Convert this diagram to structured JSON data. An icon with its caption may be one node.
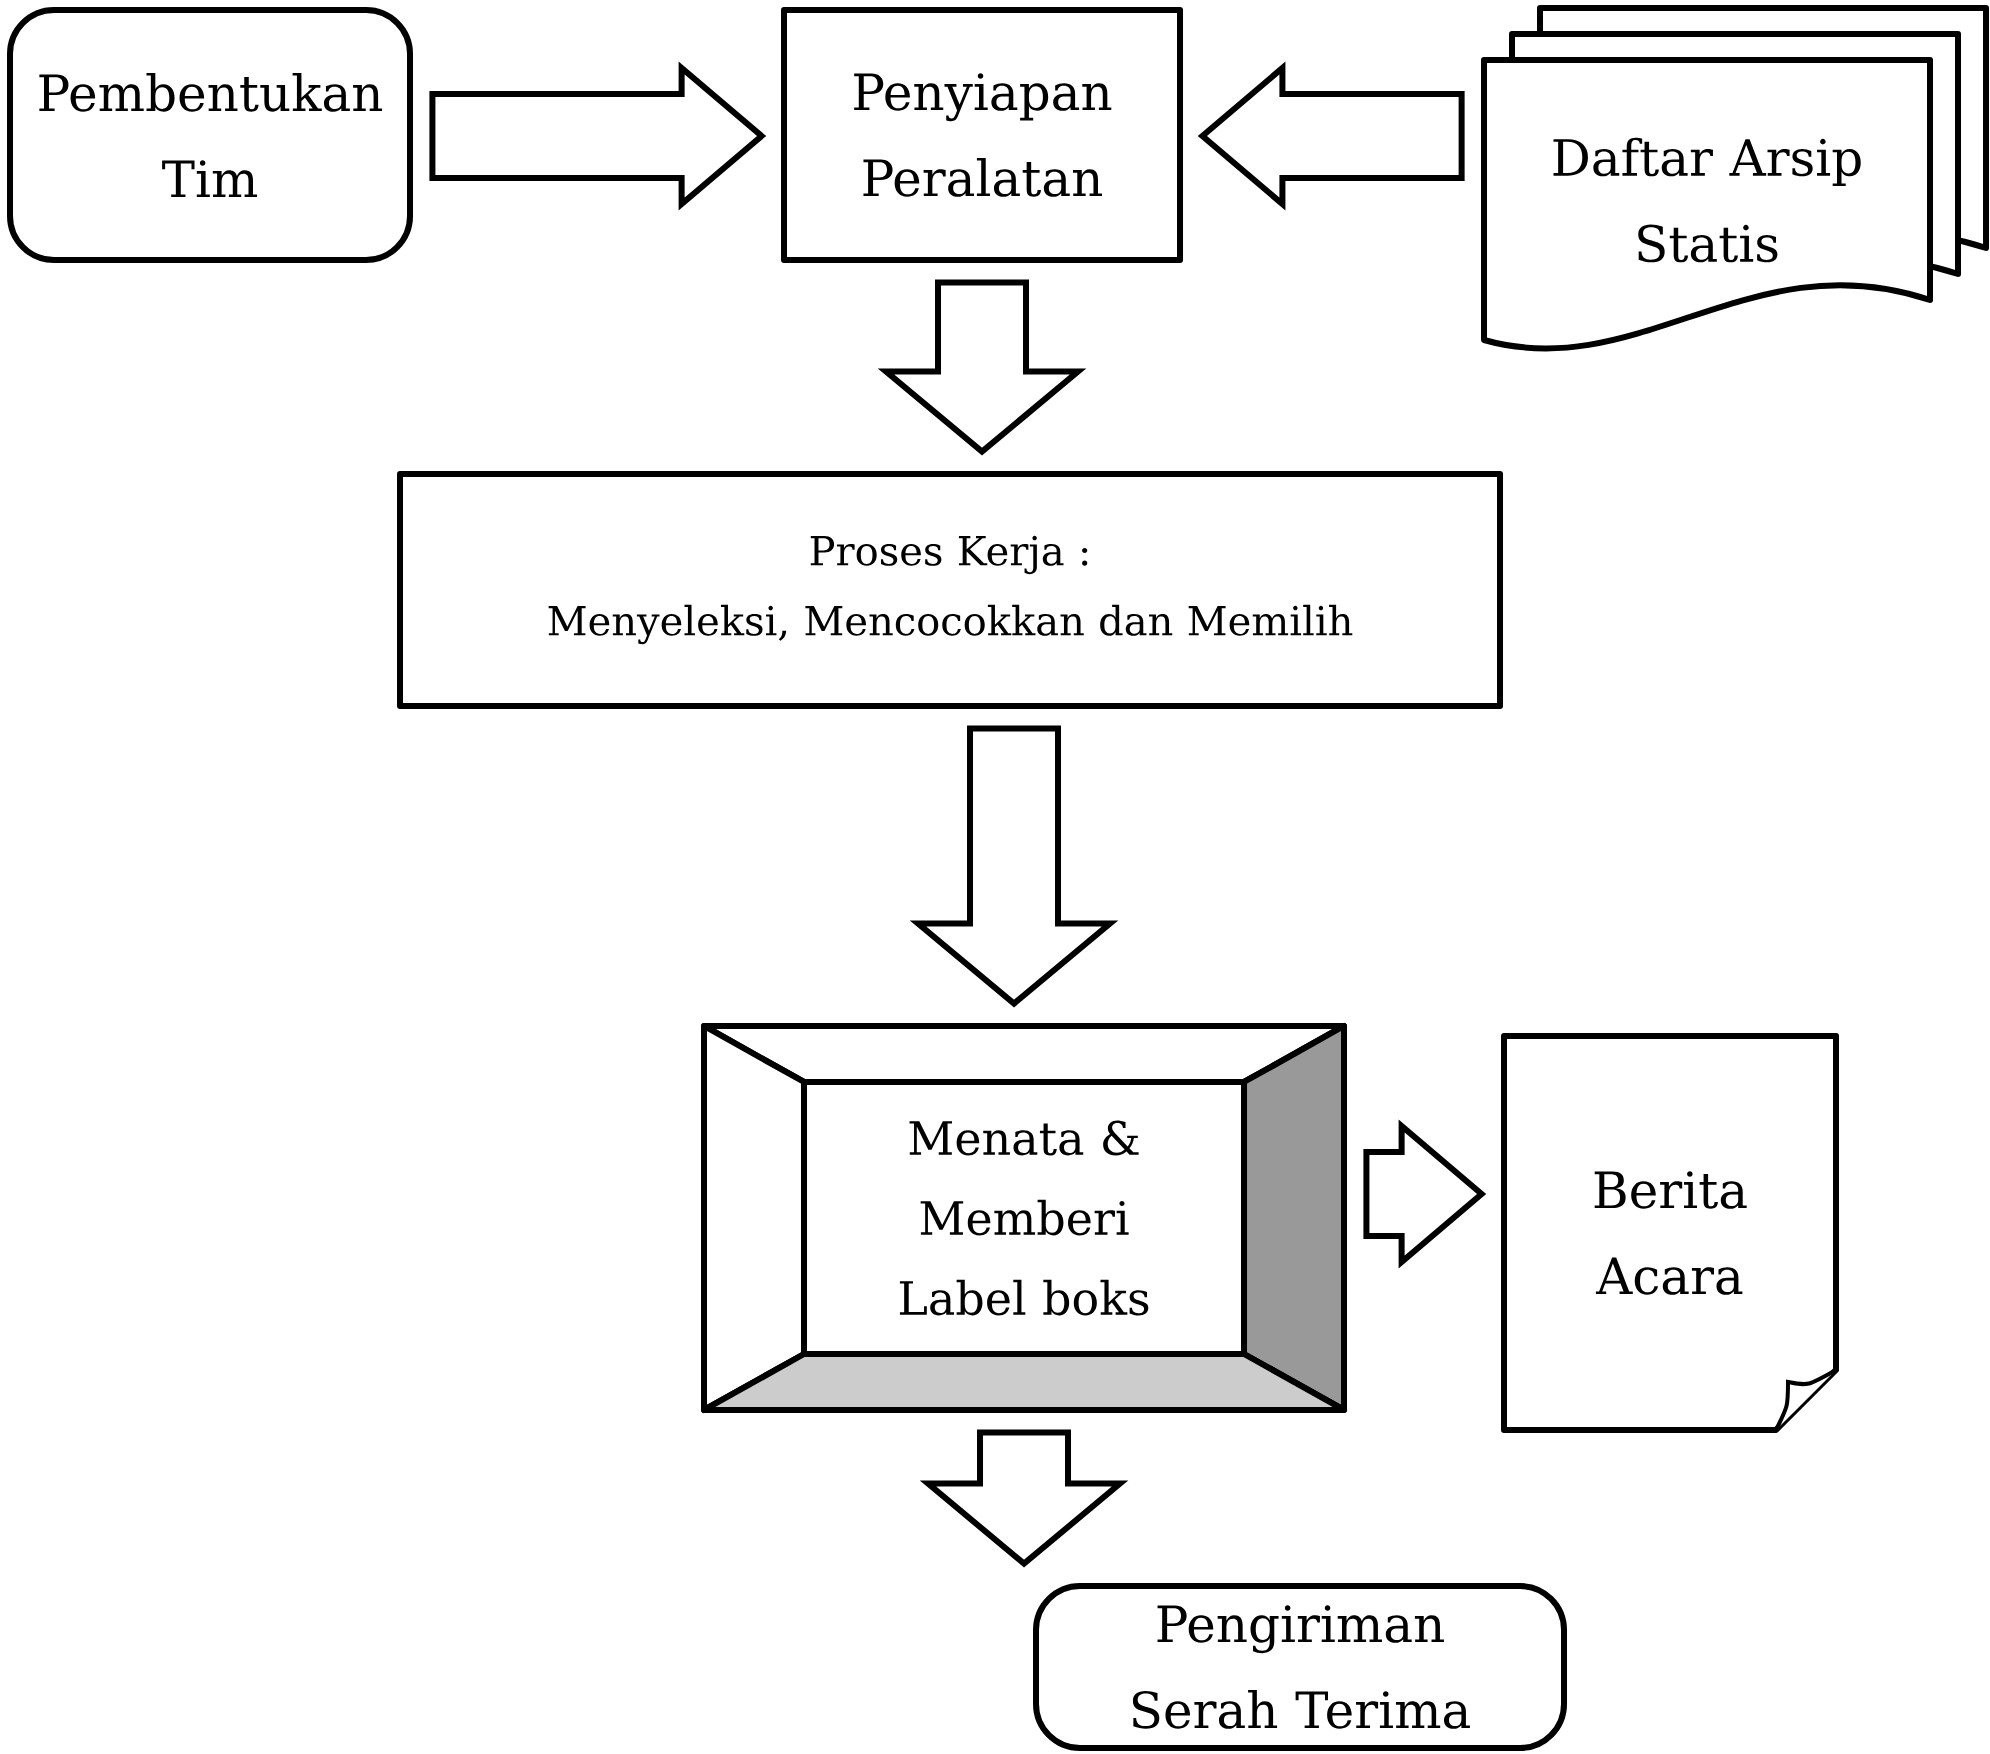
{
  "diagram": {
    "nodes": [
      {
        "text": [
          "Pembentukan Tim"
        ]
      },
      {
        "text": [
          "Penyiapan Peralatan"
        ]
      },
      {
        "text": [
          "Daftar Arsip Statis"
        ]
      },
      {
        "text": [
          "Proses Kerja :",
          "Menyeleksi, Mencocokkan dan Memilih"
        ]
      },
      {
        "text": [
          "Menata & Memberi Label boks"
        ]
      },
      {
        "text": [
          "Berita Acara"
        ]
      },
      {
        "text": [
          "Pengiriman Serah Terima"
        ]
      }
    ],
    "edges": [
      {
        "from": 0,
        "to": 1,
        "arrow": "to"
      },
      {
        "from": 2,
        "to": 1,
        "arrow": "to"
      },
      {
        "from": 1,
        "to": 3,
        "arrow": "to"
      },
      {
        "from": 3,
        "to": 4,
        "arrow": "to"
      },
      {
        "from": 4,
        "to": 5,
        "arrow": "to"
      },
      {
        "from": 4,
        "to": 6,
        "arrow": "to"
      }
    ]
  }
}
